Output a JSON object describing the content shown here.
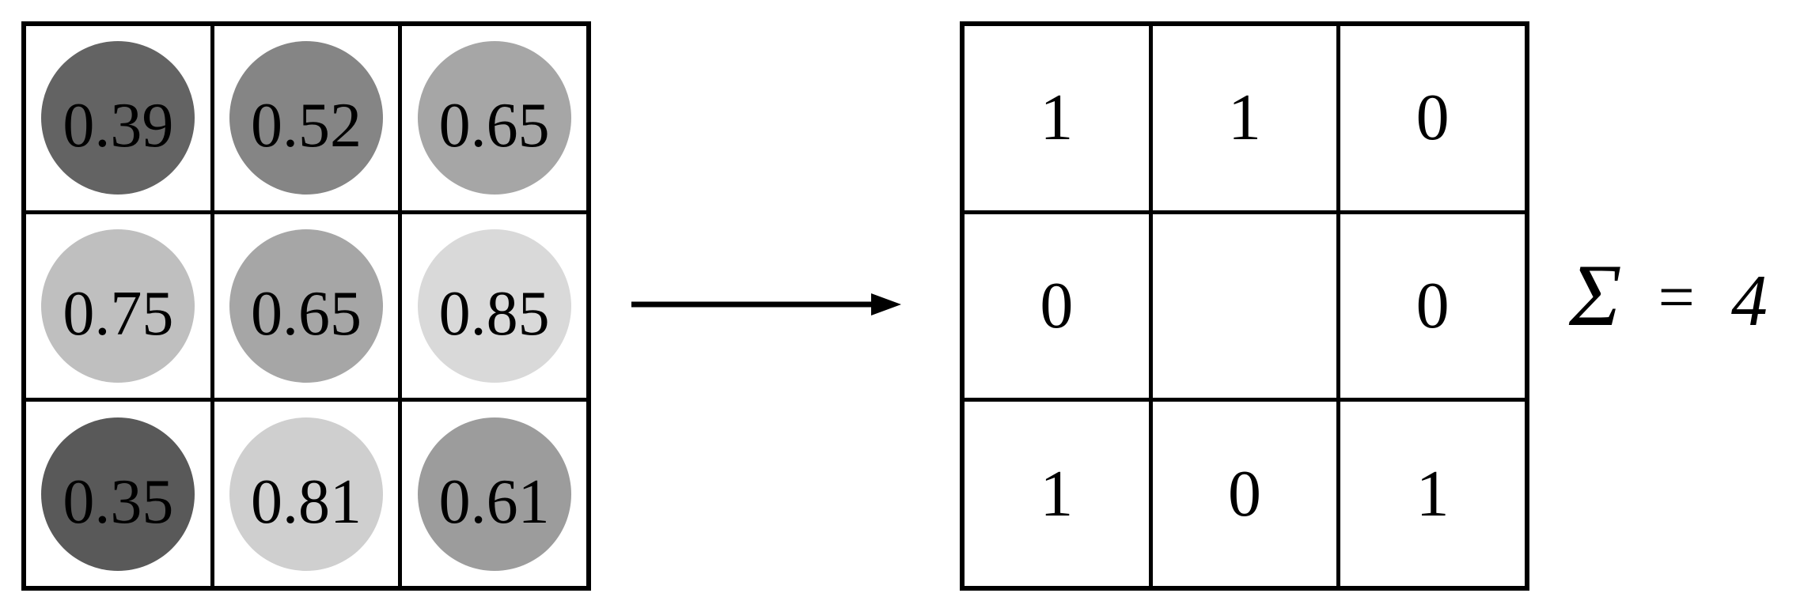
{
  "input_grid": {
    "cells": [
      {
        "value": "0.39",
        "color": "#636363"
      },
      {
        "value": "0.52",
        "color": "#858585"
      },
      {
        "value": "0.65",
        "color": "#A6A6A6"
      },
      {
        "value": "0.75",
        "color": "#BFBFBF"
      },
      {
        "value": "0.65",
        "color": "#A6A6A6"
      },
      {
        "value": "0.85",
        "color": "#D9D9D9"
      },
      {
        "value": "0.35",
        "color": "#595959"
      },
      {
        "value": "0.81",
        "color": "#CFCFCF"
      },
      {
        "value": "0.61",
        "color": "#9C9C9C"
      }
    ]
  },
  "output_grid": {
    "cells": [
      "1",
      "1",
      "0",
      "0",
      "",
      "0",
      "1",
      "0",
      "1"
    ]
  },
  "sum": {
    "sigma": "Σ",
    "equals": "=",
    "value": "4"
  },
  "colors": {
    "line": "#000000",
    "background": "#FFFFFF",
    "text": "#000000"
  }
}
